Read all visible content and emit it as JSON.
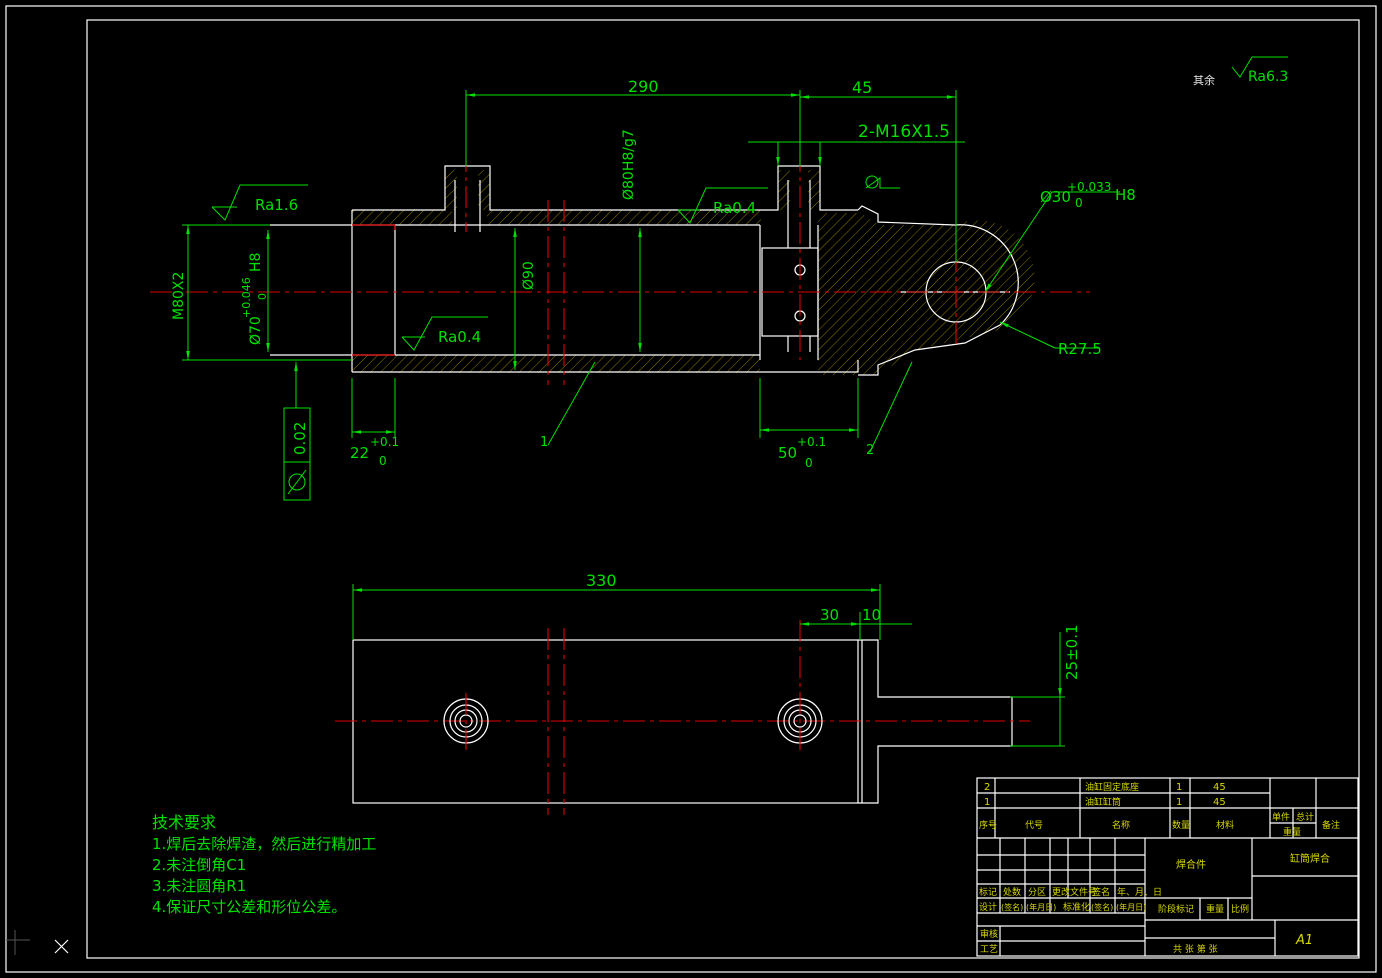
{
  "dimensions": {
    "d290": "290",
    "d45": "45",
    "thread": "2-M16X1.5",
    "bore_fit": "Ø80H8/g7",
    "pin_hole_base": "Ø30",
    "pin_hole_tol": "+0.033",
    "pin_hole_tol_low": "0",
    "pin_hole_fit": "H8",
    "radius": "R27.5",
    "left_thread": "M80X2",
    "left_bore_base": "Ø70",
    "left_bore_tol": "+0.046",
    "left_bore_tol_low": "0",
    "left_bore_fit": "H8",
    "outer_dia": "Ø90",
    "d22_base": "22",
    "d22_tol": "+0.1",
    "d22_tol_low": "0",
    "d50_base": "50",
    "d50_tol": "+0.1",
    "d50_tol_low": "0",
    "d330": "330",
    "d30": "30",
    "d10": "10",
    "d25": "25±0.1",
    "tolerance_value": "0.02"
  },
  "roughness": {
    "ra16": "Ra1.6",
    "ra04_top": "Ra0.4",
    "ra04_bottom": "Ra0.4",
    "other_label": "其余",
    "ra63": "Ra6.3"
  },
  "balloons": {
    "p1": "1",
    "p2": "2"
  },
  "tech_requirements": {
    "title": "技术要求",
    "items": [
      "1.焊后去除焊渣，然后进行精加工",
      "2.未注倒角C1",
      "3.未注圆角R1",
      "4.保证尺寸公差和形位公差。"
    ]
  },
  "title_block": {
    "bom": [
      {
        "no": "2",
        "name": "油缸固定底座",
        "qty": "1",
        "material": "45"
      },
      {
        "no": "1",
        "name": "油缸缸筒",
        "qty": "1",
        "material": "45"
      }
    ],
    "bom_header": {
      "no": "序号",
      "code": "代号",
      "name": "名称",
      "qty": "数量",
      "material": "材料",
      "unit": "单件",
      "total": "总计",
      "weight": "重量",
      "remark": "备注"
    },
    "material_mark": "焊合件",
    "drawing_name": "缸筒焊合",
    "row_mark": "标记",
    "row_count": "处数",
    "row_zone": "分区",
    "row_doc": "更改文件号",
    "row_sign": "签名",
    "row_date": "年、月、日",
    "design": "设计",
    "sign1": "(签名)",
    "date1": "(年月日)",
    "standard": "标准化",
    "sign2": "(签名)",
    "date2": "(年月日)",
    "stage": "阶段标记",
    "weight": "重量",
    "scale": "比例",
    "review": "审核",
    "process": "工艺",
    "sheets": "共    张 第    张",
    "size": "A1"
  },
  "close_symbol": "×"
}
